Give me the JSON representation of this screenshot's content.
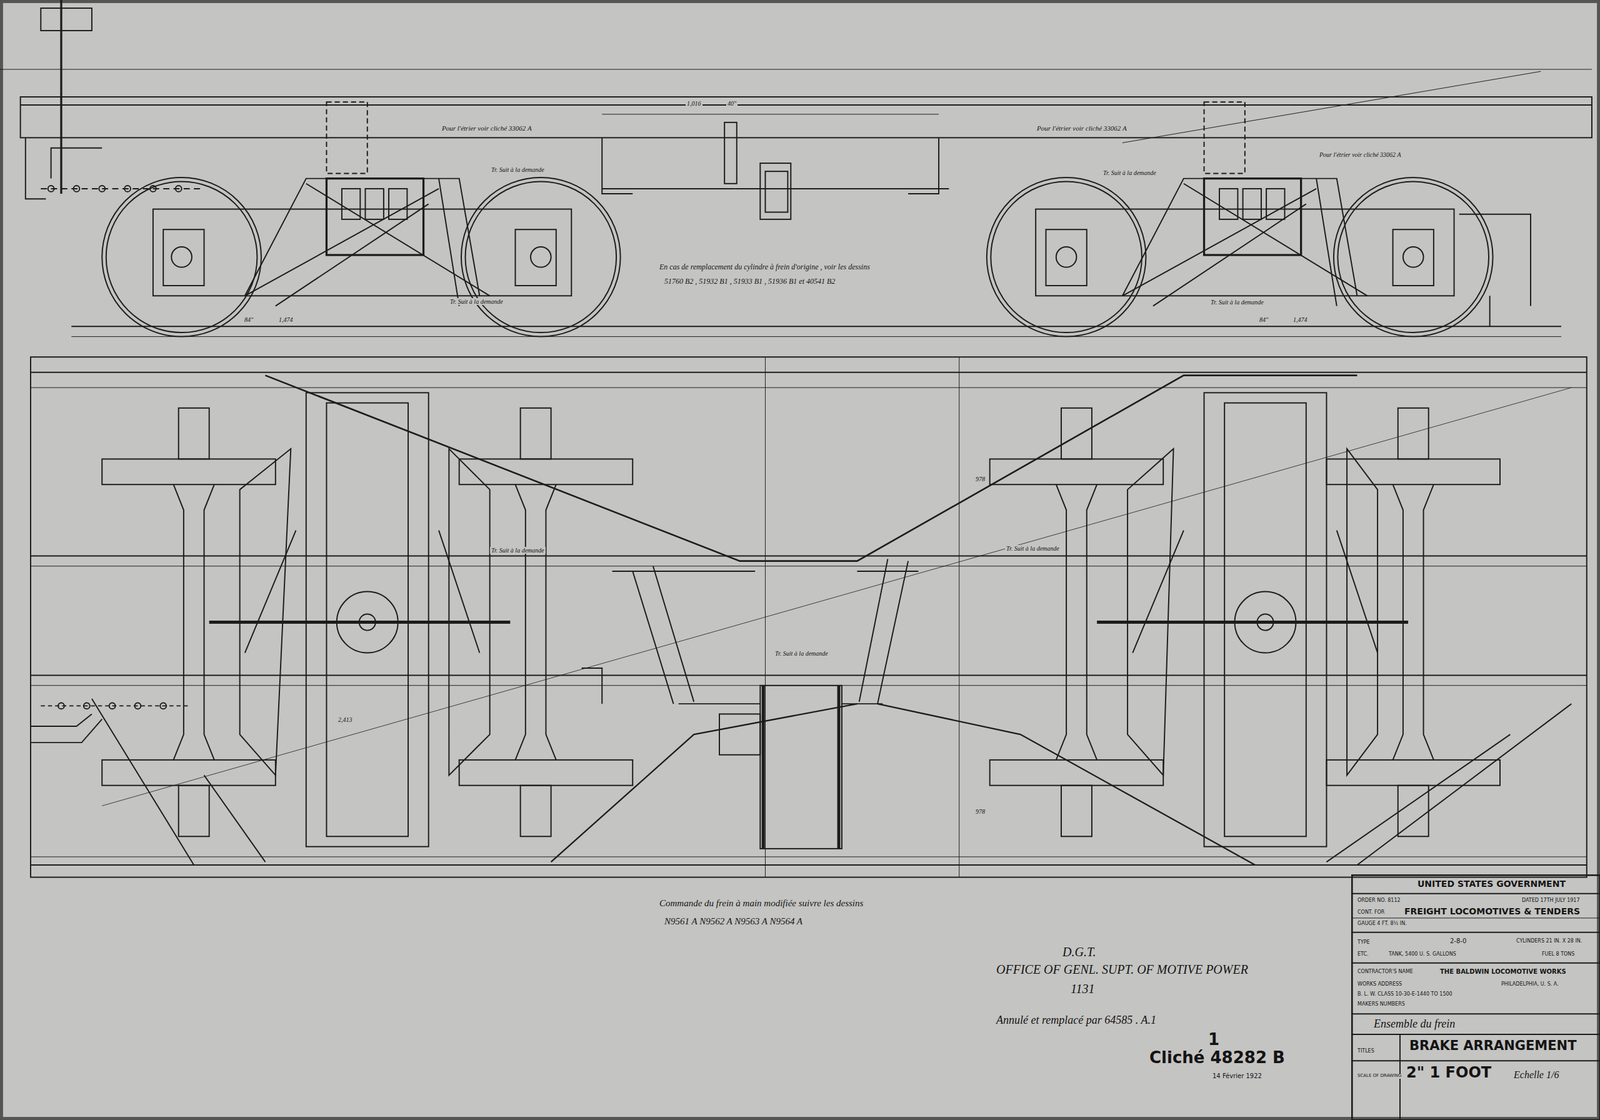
{
  "diagram": {
    "title": "BRAKE ARRANGEMENT",
    "labels": [
      "Pour l'étrier voir cliché 33062 A",
      "Pour l'étrier voir cliché 33062 A",
      "Pour l'étrier voir cliché 33062 A",
      "Tr. Suit à la demande",
      "Tr. Suit à la demande",
      "Tr. Suit à la demande",
      "Tr. Suit à la demande",
      "1,016",
      "40\"",
      "En cas de remplacement du cylindre à frein d'origine , voir les dessins",
      "51760 B2 , 51932 B1 , 51933 B1 , 51936 B1 et 40541 B2",
      "84\"",
      "1,474",
      "84\"",
      "1,474",
      "Tr. Suit à la demande",
      "Tr. Suit à la demande",
      "Tr. Suit à la demande",
      "978",
      "978",
      "2,413",
      "Commande du frein à main modifiée suivre les dessins",
      "N9561 A N9562 A N9563 A N9564 A",
      "D.G.T.",
      "OFFICE OF GENL. SUPT. OF MOTIVE POWER",
      "1131",
      "Annulé et remplacé par 64585 . A.1",
      "1",
      "Cliché 48282 B",
      "14 Février 1922",
      "UNITED STATES GOVERNMENT",
      "ORDER NO. 8112",
      "DATED 17TH JULY 1917",
      "CONT. FOR",
      "FREIGHT LOCOMOTIVES & TENDERS",
      "GAUGE 4 FT. 8½ IN.",
      "TYPE",
      "2-8-0",
      "CYLINDERS 21 IN. X 28 IN.",
      "ETC.",
      "TANK, 5400 U. S. GALLONS",
      "FUEL 8 TONS",
      "CONTRACTOR'S NAME",
      "THE BALDWIN LOCOMOTIVE WORKS",
      "WORKS ADDRESS",
      "PHILADELPHIA, U. S. A.",
      "B. L. W. CLASS 10-30-E-1440 TO 1500",
      "MAKERS NUMBERS",
      "Ensemble du frein",
      "TITLES",
      "SCALE OF DRAWING",
      "2\" 1 FOOT",
      "Echelle 1/6"
    ]
  }
}
